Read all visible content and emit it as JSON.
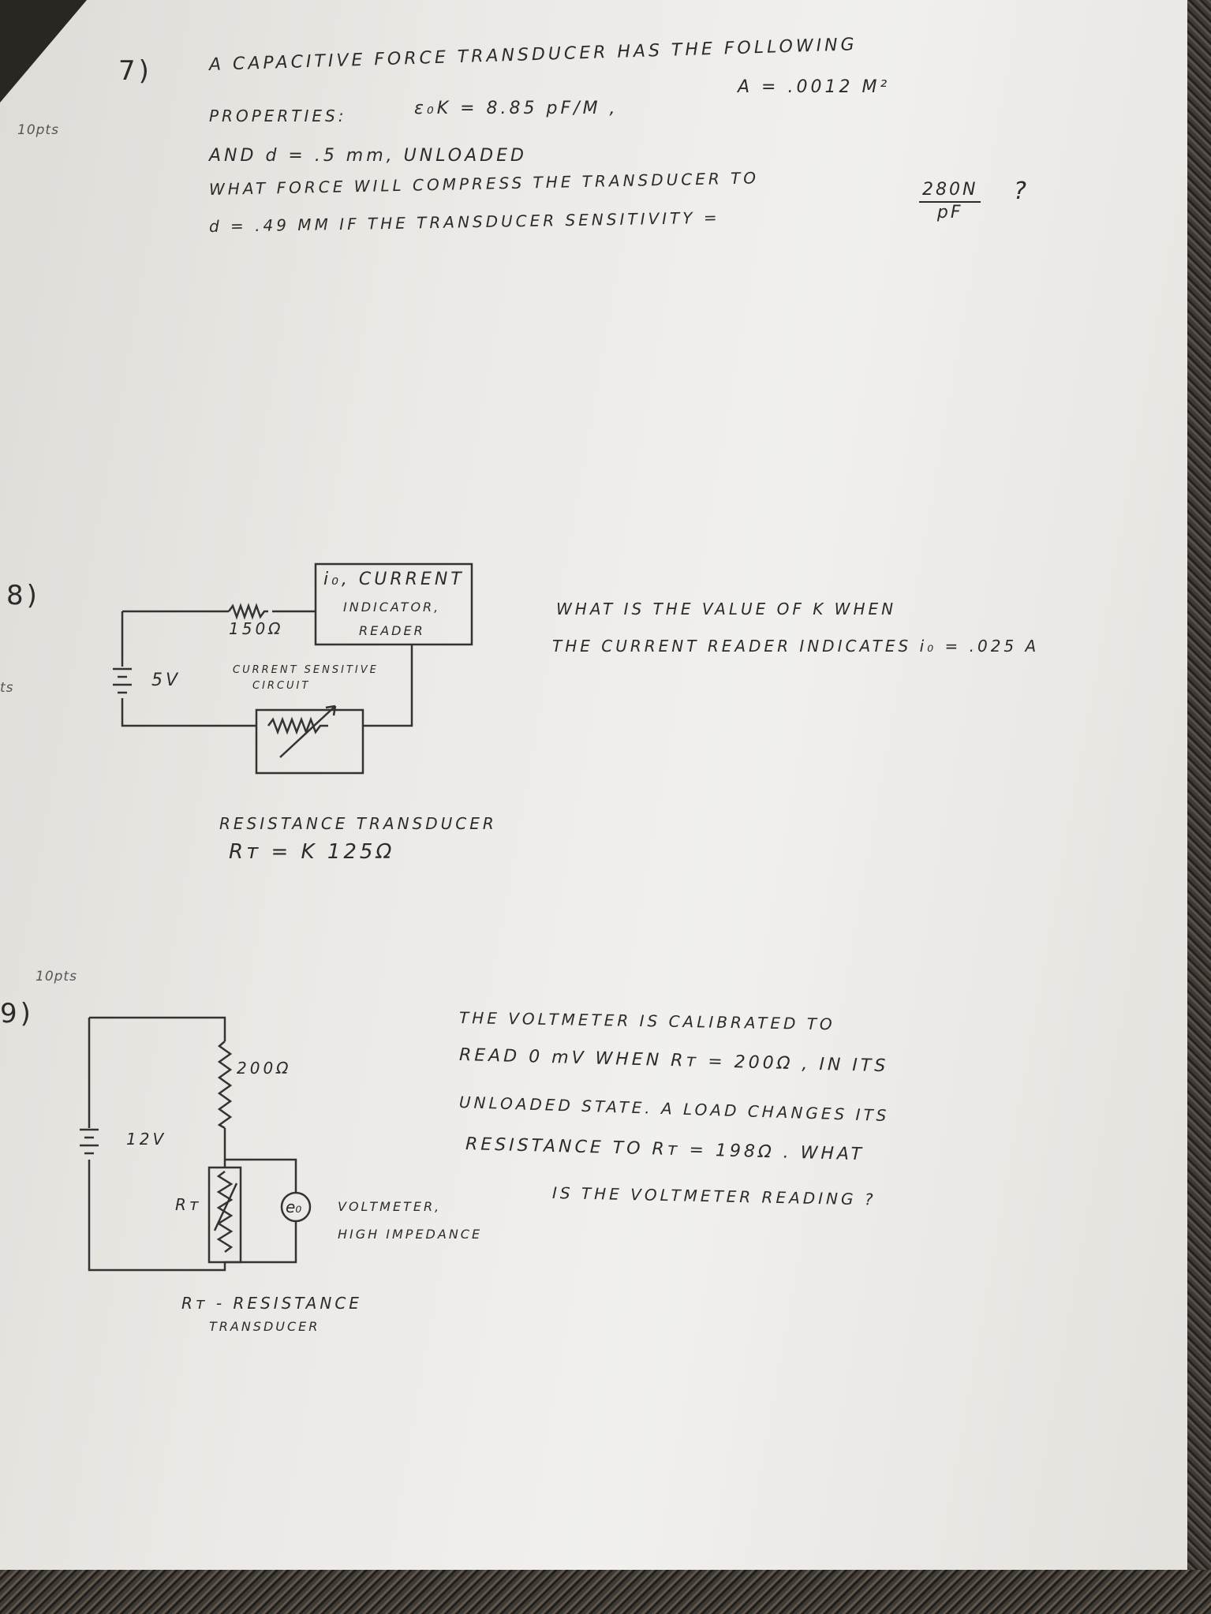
{
  "q7": {
    "number": "7)",
    "points": "10pts",
    "line1": "A CAPACITIVE FORCE TRANSDUCER HAS THE FOLLOWING",
    "properties_label": "PROPERTIES:",
    "epsilon_k": "ε₀K = 8.85 pF/M ,",
    "area": "A = .0012 M²",
    "line3": "AND d = .5 mm, UNLOADED",
    "line4": "WHAT FORCE WILL COMPRESS THE TRANSDUCER TO",
    "line5": "d = .49 MM   IF THE TRANSDUCER SENSITIVITY =",
    "sensitivity_num": "280N",
    "sensitivity_den": "pF",
    "question_mark": "?"
  },
  "q8": {
    "number": "8)",
    "points": "ts",
    "resistor_label": "150Ω",
    "reader_label": [
      "i₀, CURRENT",
      "INDICATOR,",
      "READER"
    ],
    "battery_label": "5V",
    "circuit_label": [
      "CURRENT SENSITIVE",
      "CIRCUIT"
    ],
    "transducer_label": "RESISTANCE TRANSDUCER",
    "transducer_formula": "Rᴛ = K 125Ω",
    "question": [
      "WHAT IS THE VALUE OF K  WHEN",
      "THE CURRENT READER INDICATES i₀ = .025 A"
    ]
  },
  "q9": {
    "number": "9)",
    "points": "10pts",
    "battery_label": "12V",
    "resistor_label": "200Ω",
    "rt_label": "Rᴛ",
    "voltmeter_symbol": "e₀",
    "voltmeter_label": [
      "VOLTMETER,",
      "HIGH IMPEDANCE"
    ],
    "rt_legend": [
      "Rᴛ - RESISTANCE",
      "TRANSDUCER"
    ],
    "question": [
      "THE VOLTMETER IS CALIBRATED TO",
      "READ 0 mV WHEN  Rᴛ = 200Ω , IN ITS",
      "UNLOADED STATE.  A LOAD CHANGES ITS",
      "RESISTANCE TO  Rᴛ = 198Ω .  WHAT",
      "IS THE VOLTMETER READING ?"
    ]
  }
}
